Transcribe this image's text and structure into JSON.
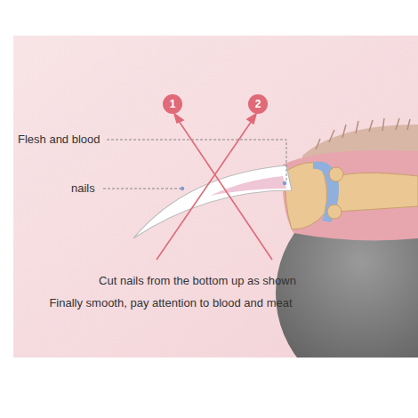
{
  "diagram": {
    "nodes": [
      {
        "text": [
          "1"
        ]
      },
      {
        "text": [
          "2"
        ]
      }
    ],
    "labels": [
      "Flesh and blood",
      "nails",
      "Cut nails from the bottom up as shown",
      "Finally smooth, pay attention to blood and meat"
    ]
  }
}
